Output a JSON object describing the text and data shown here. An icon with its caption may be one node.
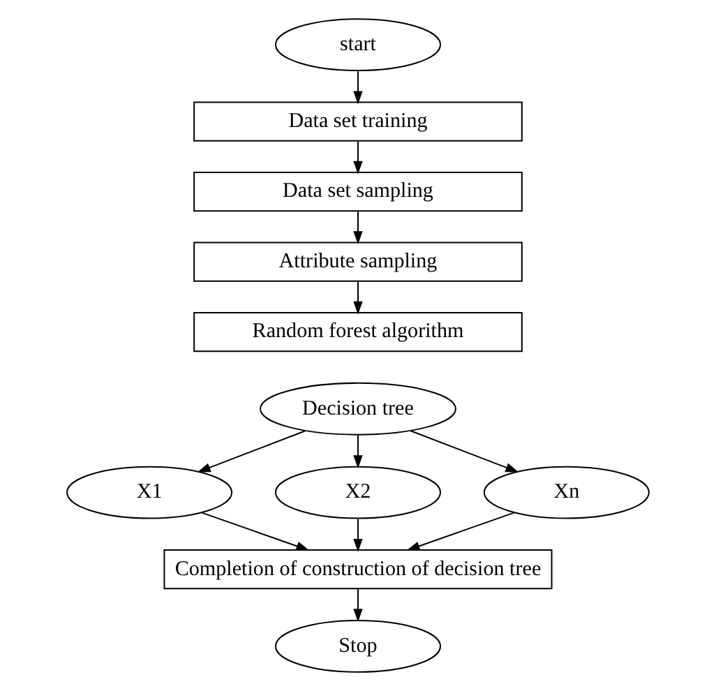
{
  "diagram": {
    "nodes": [
      {
        "text": [
          "start"
        ]
      },
      {
        "text": [
          "Data set training"
        ]
      },
      {
        "text": [
          "Data set sampling"
        ]
      },
      {
        "text": [
          "Attribute sampling"
        ]
      },
      {
        "text": [
          "Random forest algorithm"
        ]
      },
      {
        "text": [
          "Decision tree"
        ]
      },
      {
        "text": [
          "X1"
        ]
      },
      {
        "text": [
          "X2"
        ]
      },
      {
        "text": [
          "Xn"
        ]
      },
      {
        "text": [
          "Completion of construction of decision tree"
        ]
      },
      {
        "text": [
          "Stop"
        ]
      }
    ],
    "edges": [
      {
        "from": 0,
        "to": 1,
        "arrow": "to"
      },
      {
        "from": 1,
        "to": 2,
        "arrow": "to"
      },
      {
        "from": 2,
        "to": 3,
        "arrow": "to"
      },
      {
        "from": 3,
        "to": 4,
        "arrow": "to"
      },
      {
        "from": 5,
        "to": 6,
        "arrow": "to"
      },
      {
        "from": 5,
        "to": 7,
        "arrow": "to"
      },
      {
        "from": 5,
        "to": 8,
        "arrow": "to"
      },
      {
        "from": 6,
        "to": 9,
        "arrow": "to"
      },
      {
        "from": 7,
        "to": 9,
        "arrow": "to"
      },
      {
        "from": 8,
        "to": 9,
        "arrow": "to"
      },
      {
        "from": 9,
        "to": 10,
        "arrow": "to"
      }
    ]
  }
}
